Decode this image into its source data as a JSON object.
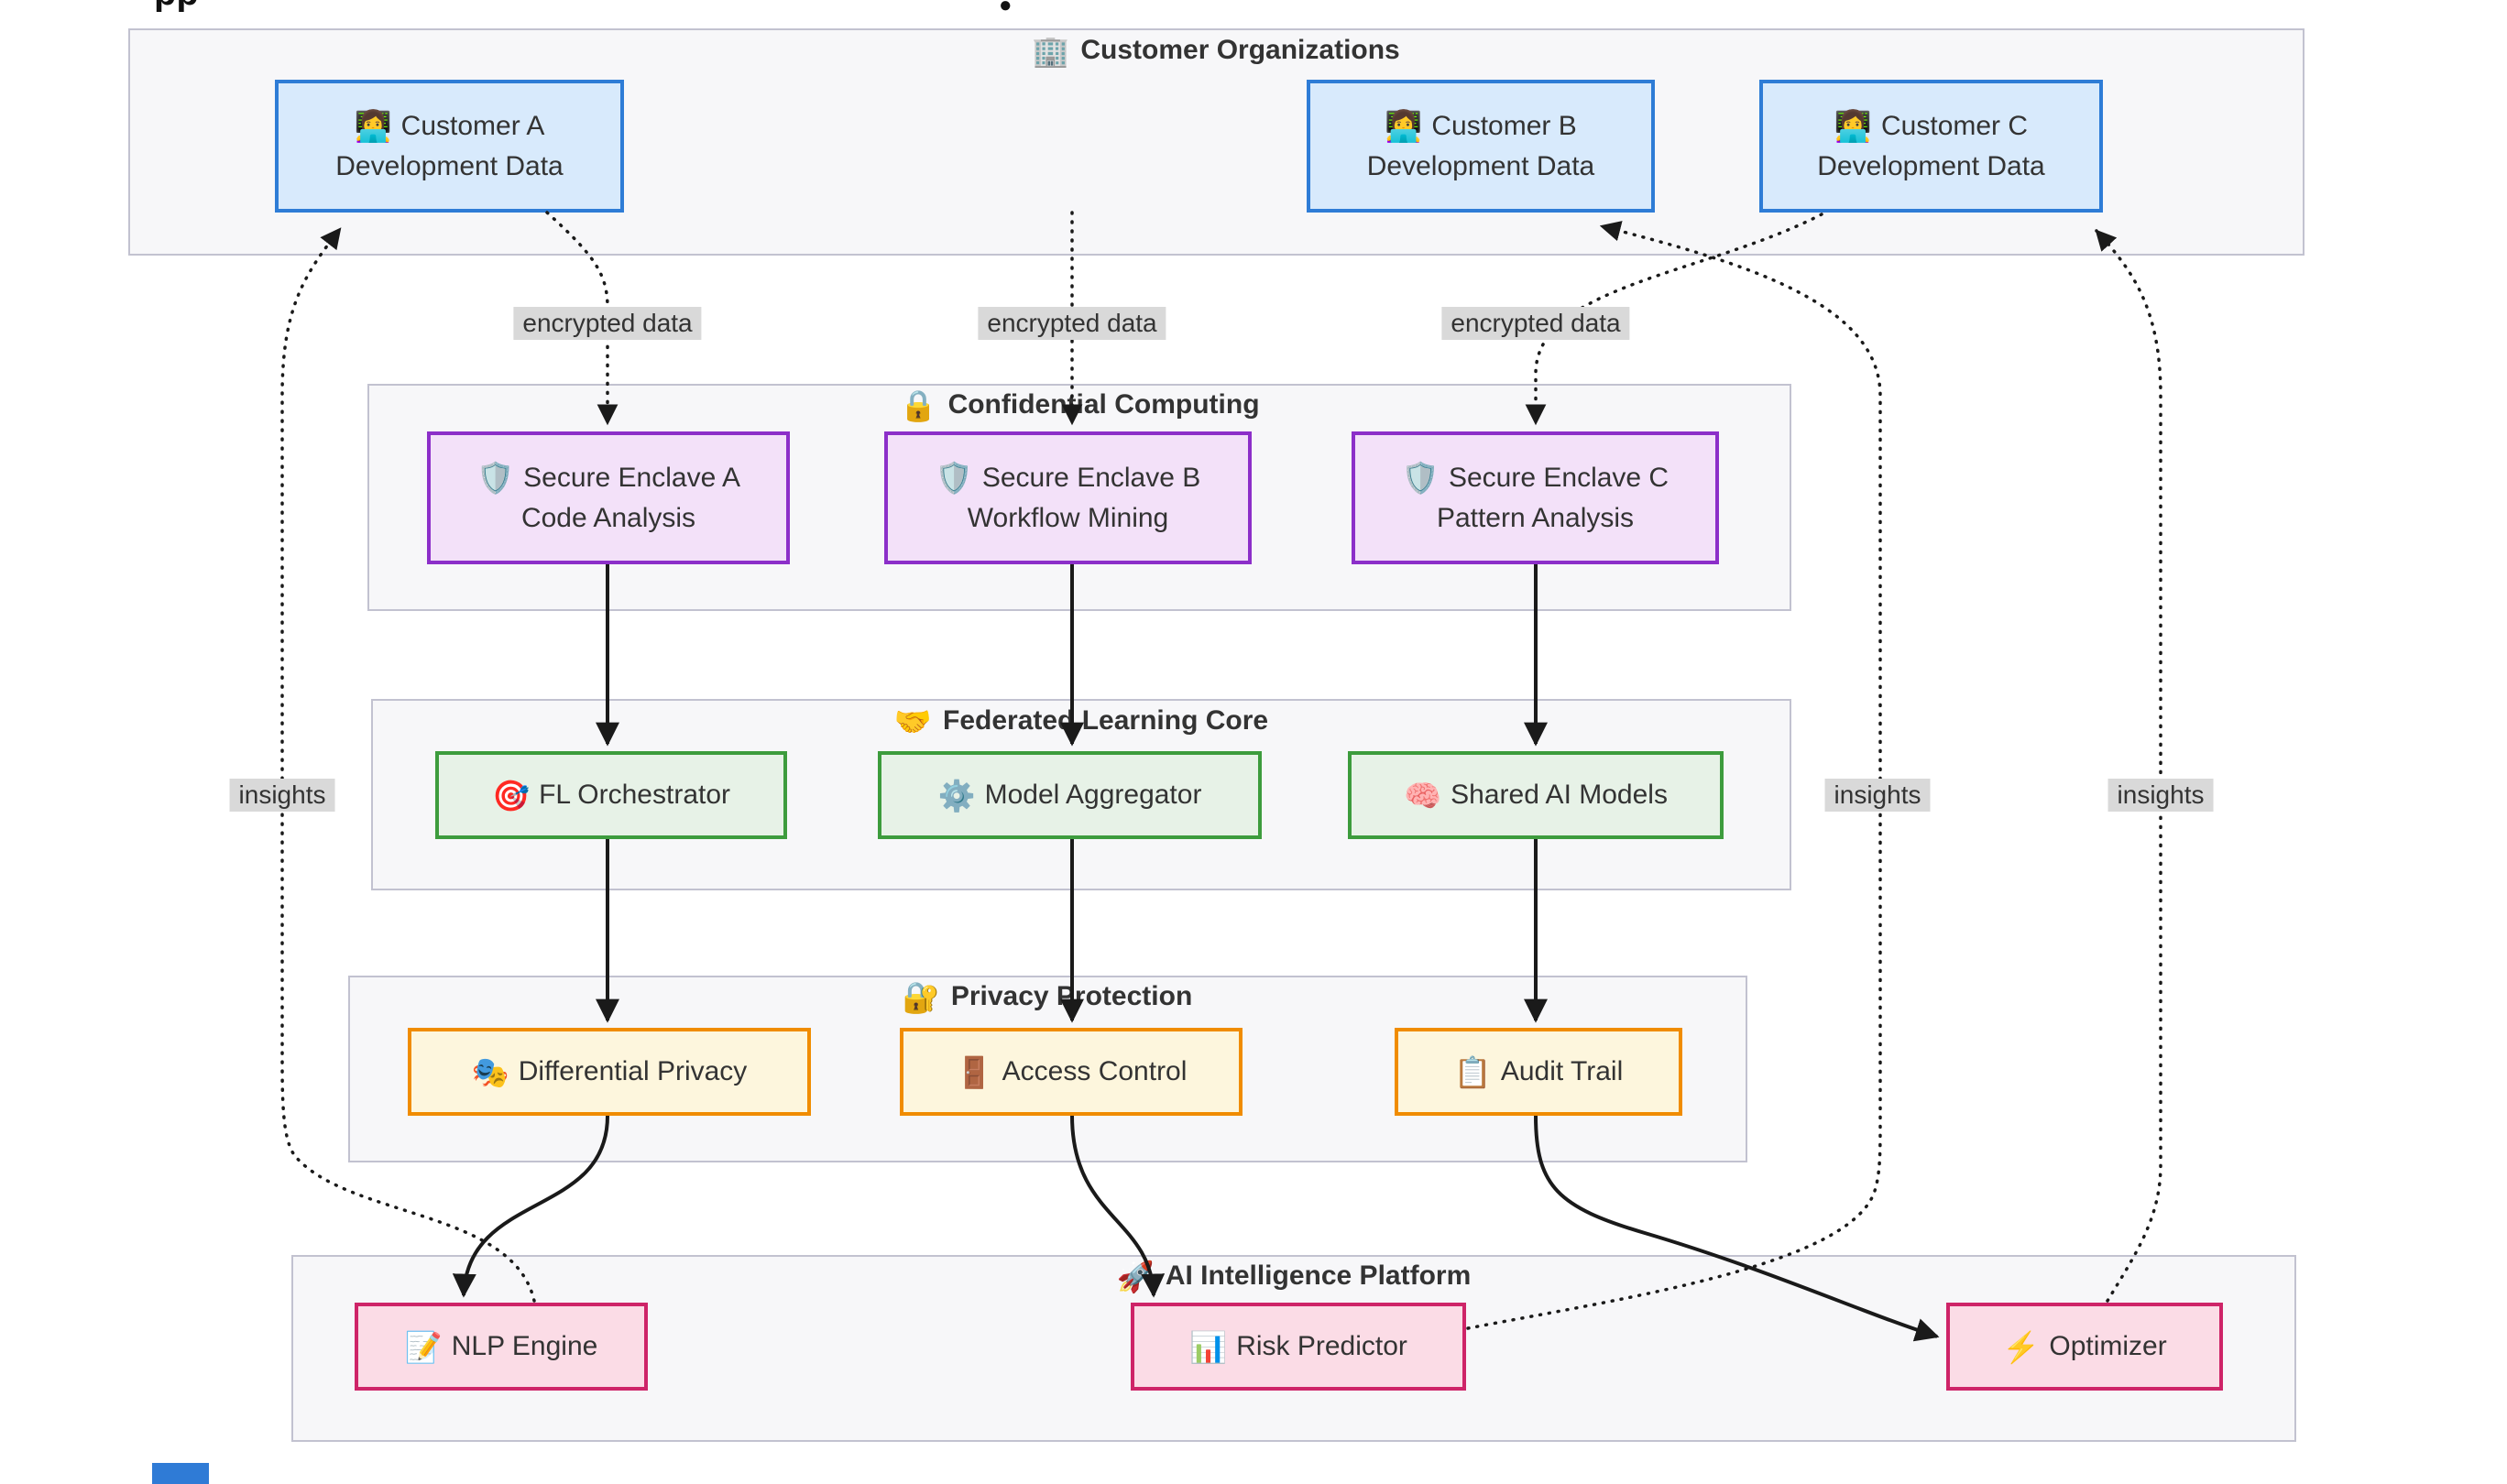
{
  "fragments": {
    "left": "pp",
    "right": "●"
  },
  "groups": {
    "customers": {
      "icon": "🏢",
      "title": "Customer Organizations",
      "nodes": {
        "a": {
          "icon": "👩‍💻",
          "line1": "Customer A",
          "line2": "Development Data"
        },
        "b": {
          "icon": "👩‍💻",
          "line1": "Customer B",
          "line2": "Development Data"
        },
        "c": {
          "icon": "👩‍💻",
          "line1": "Customer C",
          "line2": "Development Data"
        }
      }
    },
    "confidential": {
      "icon": "🔒",
      "title": "Confidential Computing",
      "nodes": {
        "a": {
          "icon": "🛡️",
          "line1": "Secure Enclave A",
          "line2": "Code Analysis"
        },
        "b": {
          "icon": "🛡️",
          "line1": "Secure Enclave B",
          "line2": "Workflow Mining"
        },
        "c": {
          "icon": "🛡️",
          "line1": "Secure Enclave C",
          "line2": "Pattern Analysis"
        }
      }
    },
    "federated": {
      "icon": "🤝",
      "title": "Federated Learning Core",
      "nodes": {
        "orchestrator": {
          "icon": "🎯",
          "line1": "FL Orchestrator"
        },
        "aggregator": {
          "icon": "⚙️",
          "line1": "Model Aggregator"
        },
        "models": {
          "icon": "🧠",
          "line1": "Shared AI Models"
        }
      }
    },
    "privacy": {
      "icon": "🔐",
      "title": "Privacy Protection",
      "nodes": {
        "dp": {
          "icon": "🎭",
          "line1": "Differential Privacy"
        },
        "ac": {
          "icon": "🚪",
          "line1": "Access Control"
        },
        "audit": {
          "icon": "📋",
          "line1": "Audit Trail"
        }
      }
    },
    "platform": {
      "icon": "🚀",
      "title": "AI Intelligence Platform",
      "nodes": {
        "nlp": {
          "icon": "📝",
          "line1": "NLP Engine"
        },
        "risk": {
          "icon": "📊",
          "line1": "Risk Predictor"
        },
        "optimizer": {
          "icon": "⚡",
          "line1": "Optimizer"
        }
      }
    }
  },
  "edge_labels": {
    "enc_a": "encrypted data",
    "enc_b": "encrypted data",
    "enc_c": "encrypted data",
    "ins_a": "insights",
    "ins_b": "insights",
    "ins_c": "insights"
  },
  "colors": {
    "customer_fill": "#d8eafc",
    "customer_border": "#2e7cd6",
    "enclave_fill": "#f3e1f9",
    "enclave_border": "#8c2fc9",
    "federated_fill": "#e7f2e7",
    "federated_border": "#3d9c3d",
    "privacy_fill": "#fdf6dd",
    "privacy_border": "#f08c00",
    "platform_fill": "#fbdce6",
    "platform_border": "#ce2468",
    "container_fill": "#f7f7f9",
    "container_border": "#c2c2d0",
    "edge_label_bg": "#d9d9d9",
    "edge": "#1a1a1a",
    "text": "#333333",
    "clipped_blue": "#2f7bd6"
  }
}
